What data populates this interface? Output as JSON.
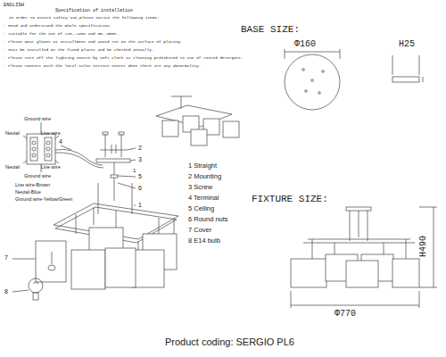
{
  "diagram": {
    "caption": "Product coding: SERGIO PL6",
    "labels": [
      "ENGLISH",
      "Specification of installation",
      "In order to ensure safety use,please notice the following items:",
      "· Read and understand the whole Specification.",
      "· Suitable for the use of 220--240V and 50--60Hz.",
      "· Please wear gloves as installment and avoid rot on the surface of plating.",
      "· Must be installed on the fixed places and be checked annually.",
      "· Please turn off the lighting source by soft cloth as cleaning prohibited to use of rotted detergent.",
      "· Please connect with the local sales service center when there are any abnormality.",
      "Ground wire",
      "Neutal",
      "Live wire",
      "Neutal",
      "Live wire",
      "Ground wire",
      "Live wire-Brown",
      "Neutal-Blue",
      "Ground wire-Yellow/Green",
      "4",
      "2",
      "3",
      "1",
      "5",
      "6",
      "1",
      "7",
      "8",
      "1 Straight",
      "2 Mounting",
      "3 Screw",
      "4 Terminal",
      "5 Ceiling",
      "6 Round nuts",
      "7 Cover",
      "8 E14 bulb",
      "BASE SIZE:",
      "Φ160",
      "H25",
      "FIXTURE SIZE:",
      "H490",
      "Φ770"
    ]
  }
}
